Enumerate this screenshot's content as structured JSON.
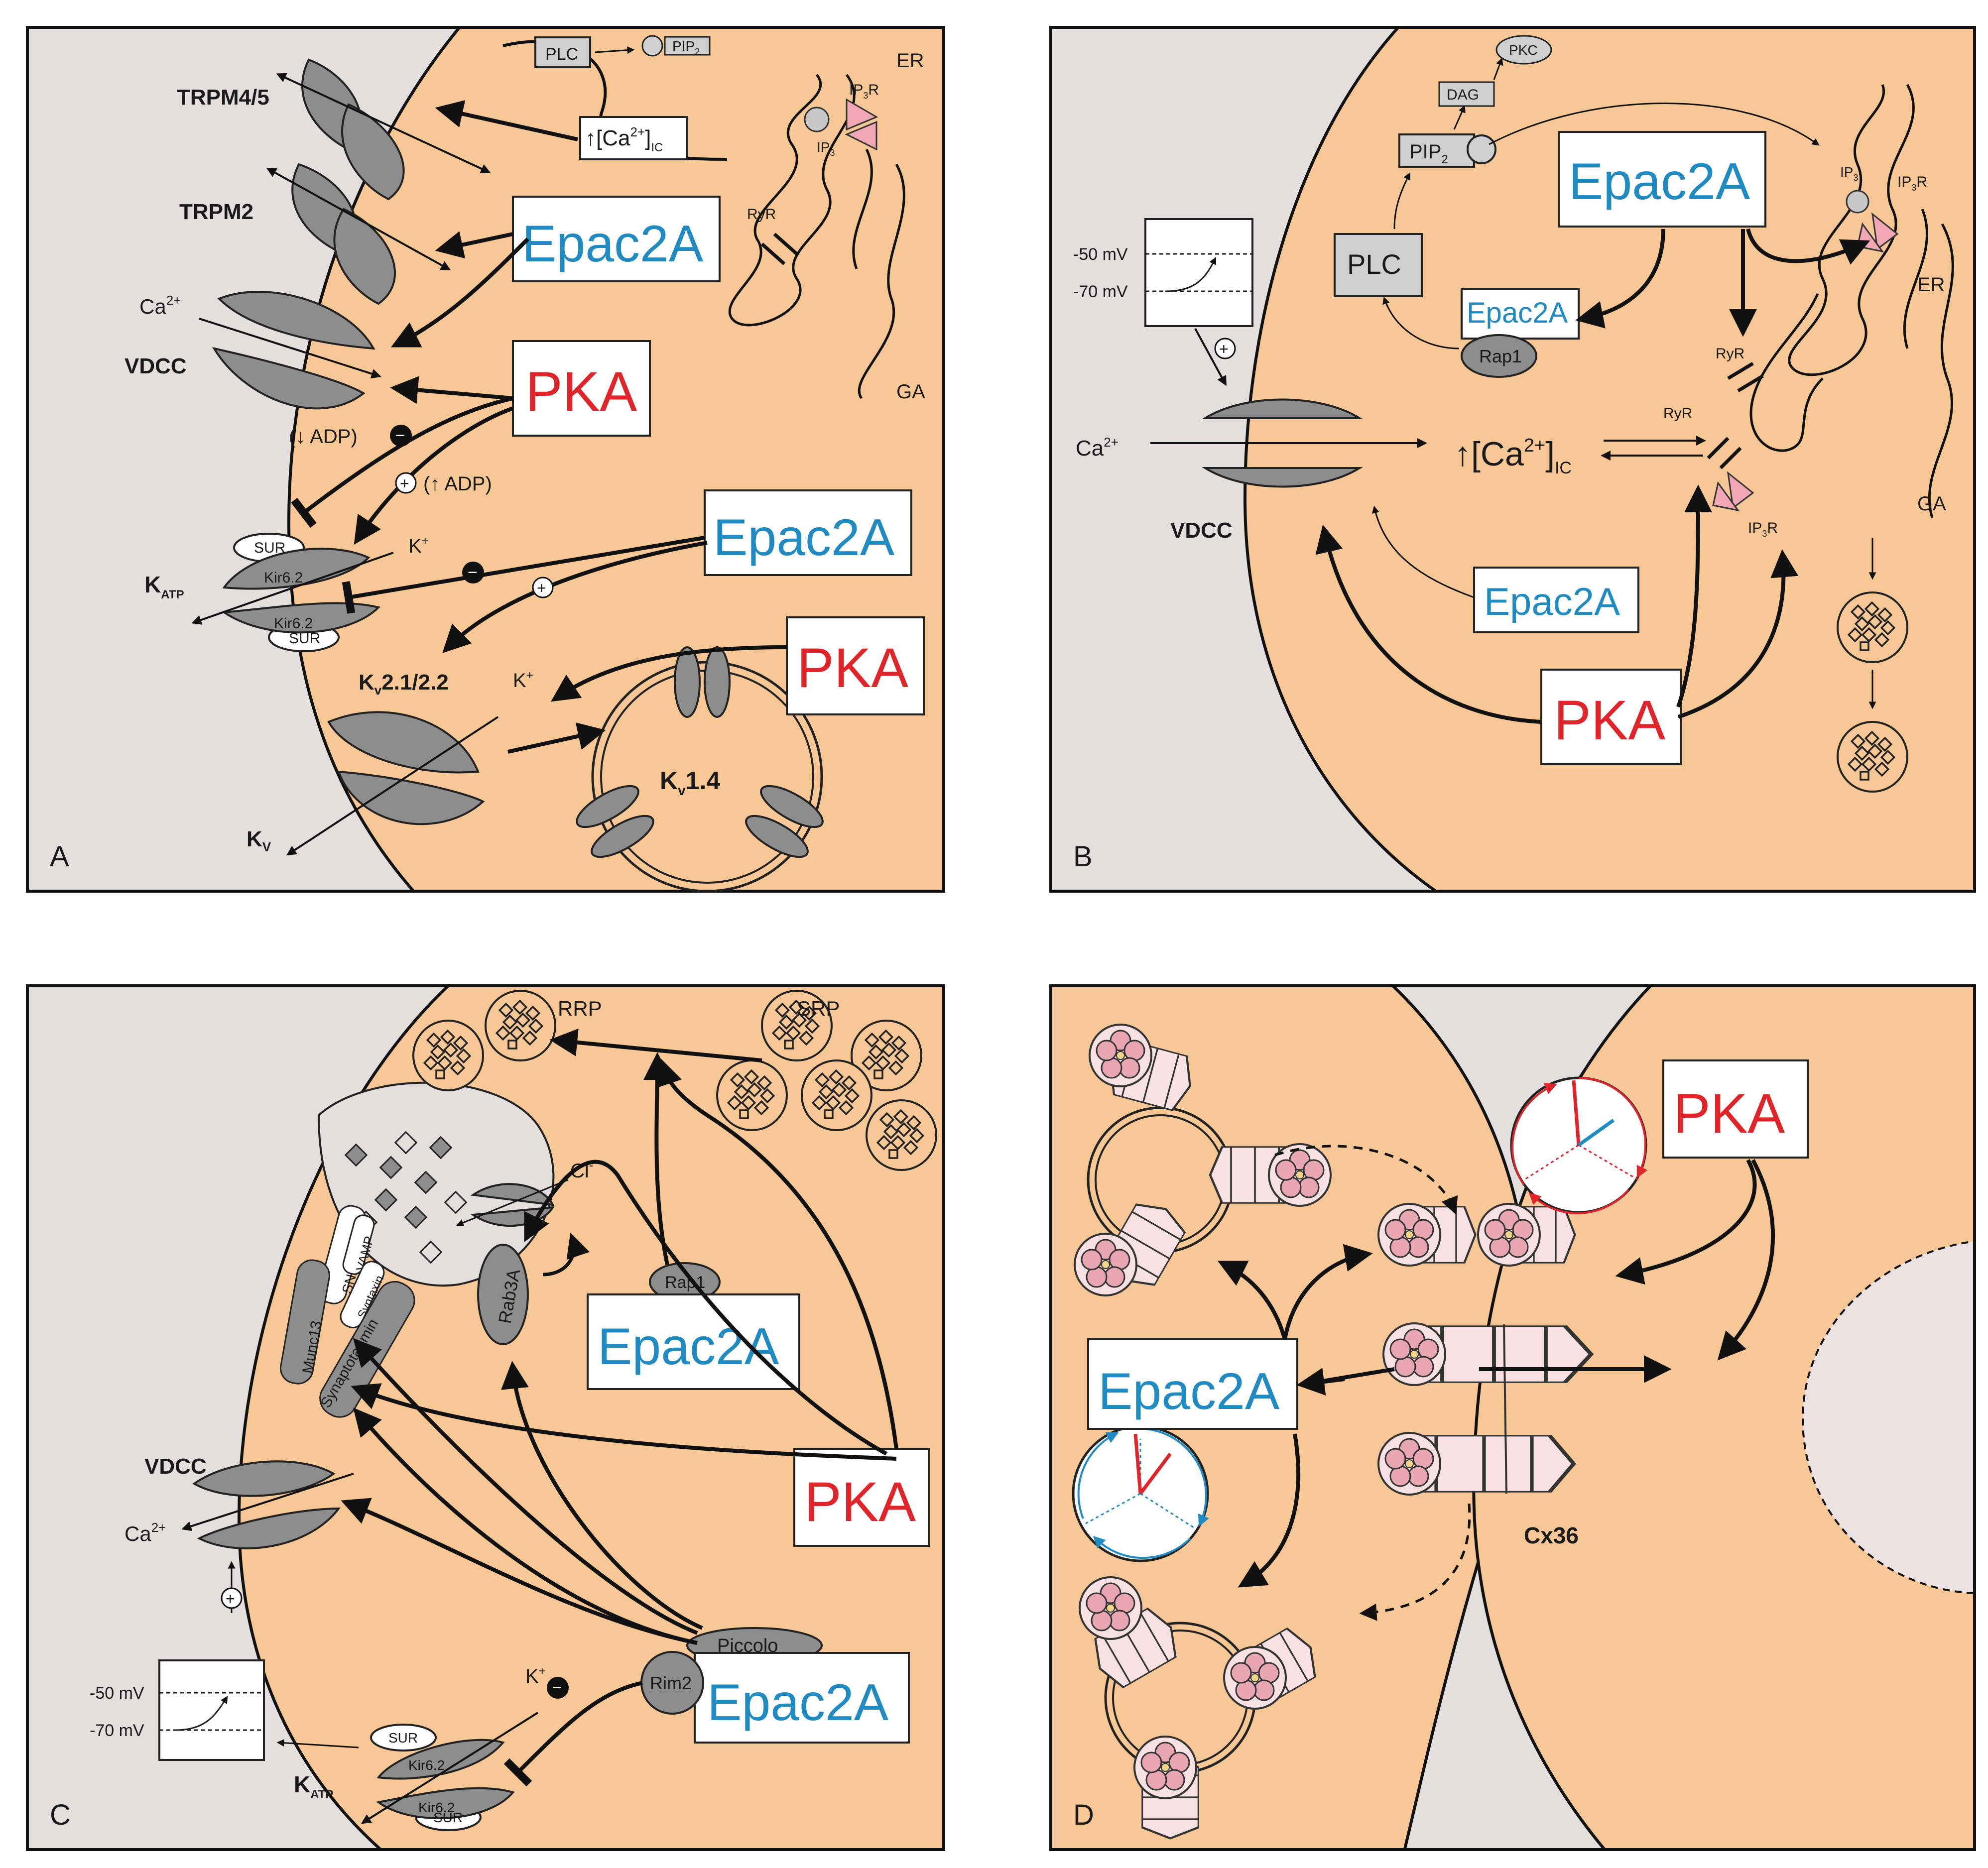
{
  "colors": {
    "cell": "#f8c796",
    "background": "#e3dfde",
    "channel": "#8d8d8d",
    "epac": "#1f8bc2",
    "pka": "#e0242a",
    "receptor": "#f2a7b4",
    "connexin": "#f7e1e4"
  },
  "panelA": {
    "letter": "A",
    "trpm45": "TRPM4/5",
    "trpm2": "TRPM2",
    "ca": "Ca",
    "ca_sup": "2+",
    "vdcc": "VDCC",
    "katp": "K",
    "katp_sub": "ATP",
    "sur": "SUR",
    "kir": "Kir6.2",
    "kplus": "K",
    "kplus_sup": "+",
    "kv21": "K",
    "kv21_sub": "v",
    "kv21_rest": "2.1/2.2",
    "kv": "K",
    "kv_sub": "V",
    "kv14": "K",
    "kv14_sub": "v",
    "kv14_rest": "1.4",
    "epac1": "Epac2A",
    "epac2": "Epac2A",
    "pka1": "PKA",
    "pka2": "PKA",
    "adp_down": "(↓ ADP)",
    "adp_up": "(↑ ADP)",
    "plc": "PLC",
    "pip2": "PIP",
    "pip2_sub": "2",
    "ca_ic_pre": "↑[Ca",
    "ca_ic_sup": "2+",
    "ca_ic_post": "]",
    "ca_ic_sub": "IC",
    "ip3r": "IP",
    "ip3r_sub": "3",
    "ip3r_rest": "R",
    "ip3": "IP",
    "ip3_sub": "3",
    "ryr": "RyR",
    "er": "ER",
    "ga": "GA",
    "minus": "−",
    "plus": "+"
  },
  "panelB": {
    "letter": "B",
    "minus50": "-50 mV",
    "minus70": "-70 mV",
    "ca": "Ca",
    "ca_sup": "2+",
    "vdcc": "VDCC",
    "plc": "PLC",
    "pip2": "PIP",
    "pip2_sub": "2",
    "dag": "DAG",
    "pkc": "PKC",
    "epac_big": "Epac2A",
    "epac_small": "Epac2A",
    "epac_bottom": "Epac2A",
    "rap1": "Rap1",
    "pka": "PKA",
    "ip3": "IP",
    "ip3_sub": "3",
    "ip3r": "IP",
    "ip3r_sub": "3",
    "ip3r_rest": "R",
    "ryr": "RyR",
    "er": "ER",
    "ga": "GA",
    "ca_ic_pre": "↑[Ca",
    "ca_ic_sup": "2+",
    "ca_ic_post": "]",
    "ca_ic_sub": "IC",
    "plus": "+"
  },
  "panelC": {
    "letter": "C",
    "rrp": "RRP",
    "srp": "SRP",
    "cl": "Cl",
    "cl_sup": "-",
    "rab3a": "Rab3A",
    "rap1": "Rap1",
    "epac1": "Epac2A",
    "epac2": "Epac2A",
    "pka": "PKA",
    "munc13": "Munc13",
    "snap25": "SNAP-25",
    "vamp": "VAMP",
    "syntaxin": "Syntaxin",
    "synaptotagmin": "Synaptotagmin",
    "vdcc": "VDCC",
    "ca": "Ca",
    "ca_sup": "2+",
    "minus50": "-50 mV",
    "minus70": "-70 mV",
    "kplus": "K",
    "kplus_sup": "+",
    "sur": "SUR",
    "kir": "Kir6.2",
    "katp": "K",
    "katp_sub": "ATP",
    "rim2": "Rim2",
    "piccolo": "Piccolo",
    "minus": "−",
    "plus": "+"
  },
  "panelD": {
    "letter": "D",
    "epac": "Epac2A",
    "pka": "PKA",
    "cx36": "Cx36"
  }
}
